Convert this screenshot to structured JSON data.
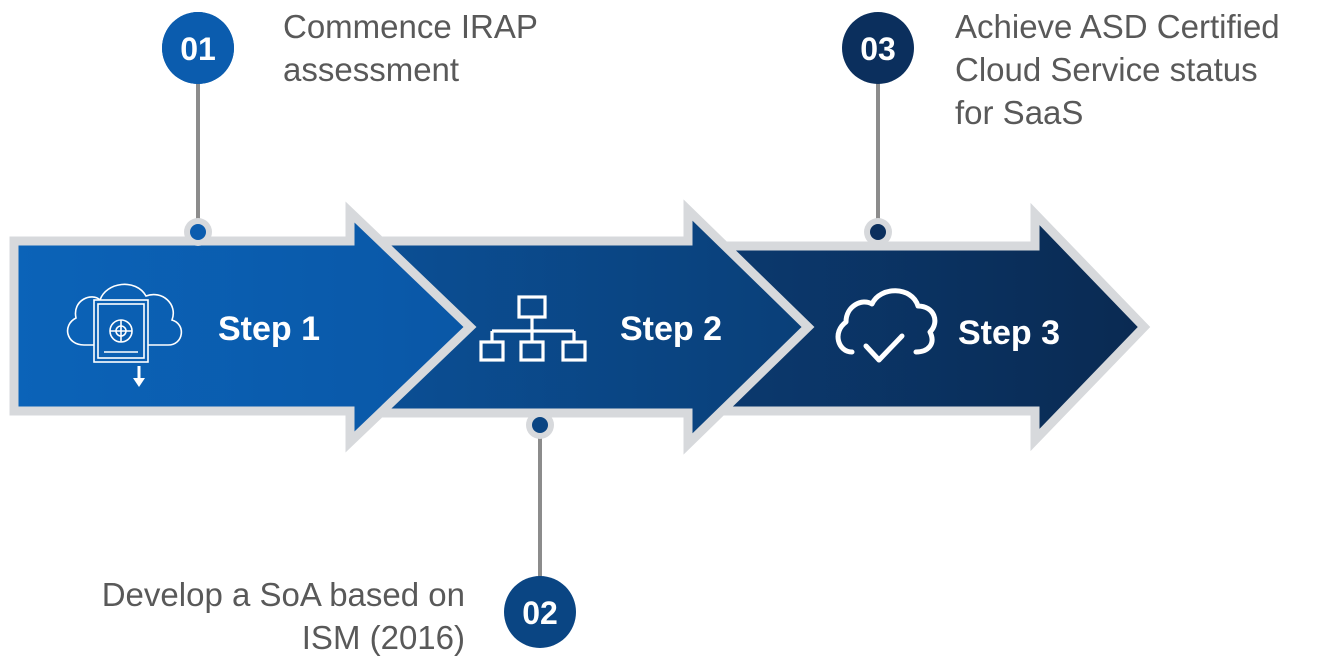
{
  "steps": [
    {
      "number": "01",
      "label": "Step 1",
      "icon": "cloud-document-icon",
      "description_lines": [
        "Commence IRAP",
        "assessment"
      ],
      "color": "#0b5cae"
    },
    {
      "number": "02",
      "label": "Step 2",
      "icon": "org-chart-icon",
      "description_lines": [
        "Develop a SoA based on",
        "ISM (2016)"
      ],
      "color": "#0a4583"
    },
    {
      "number": "03",
      "label": "Step 3",
      "icon": "cloud-check-icon",
      "description_lines": [
        "Achieve ASD Certified",
        "Cloud Service status",
        "for SaaS"
      ],
      "color": "#0b2f5d"
    }
  ],
  "colors": {
    "arrow_border": "#d7d9dc",
    "connector": "#8c8c8c",
    "text": "#595959",
    "badge_1": "#0b5cae",
    "badge_2": "#0a4583",
    "badge_3": "#0b2f5d"
  }
}
